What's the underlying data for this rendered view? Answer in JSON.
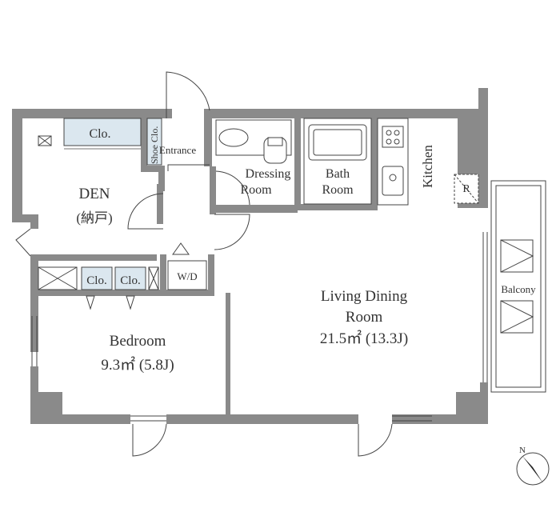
{
  "rooms": {
    "clo_top": "Clo.",
    "shoe_clo": "Shoe Clo.",
    "entrance": "Entrance",
    "dressing_l1": "Dressing",
    "dressing_l2": "Room",
    "bath_l1": "Bath",
    "bath_l2": "Room",
    "kitchen": "Kitchen",
    "fridge": "R",
    "den_l1": "DEN",
    "den_l2": "(納戸)",
    "clo_a": "Clo.",
    "clo_b": "Clo.",
    "wd": "W/D",
    "balcony": "Balcony",
    "living_l1": "Living Dining",
    "living_l2": "Room",
    "living_l3": "21.5㎡ (13.3J)",
    "bedroom_l1": "Bedroom",
    "bedroom_l2": "9.3㎡ (5.8J)"
  },
  "compass": {
    "label": "N"
  },
  "colors": {
    "wall": "#8a8a8a",
    "closet": "#dbe7ef",
    "line": "#444444"
  }
}
